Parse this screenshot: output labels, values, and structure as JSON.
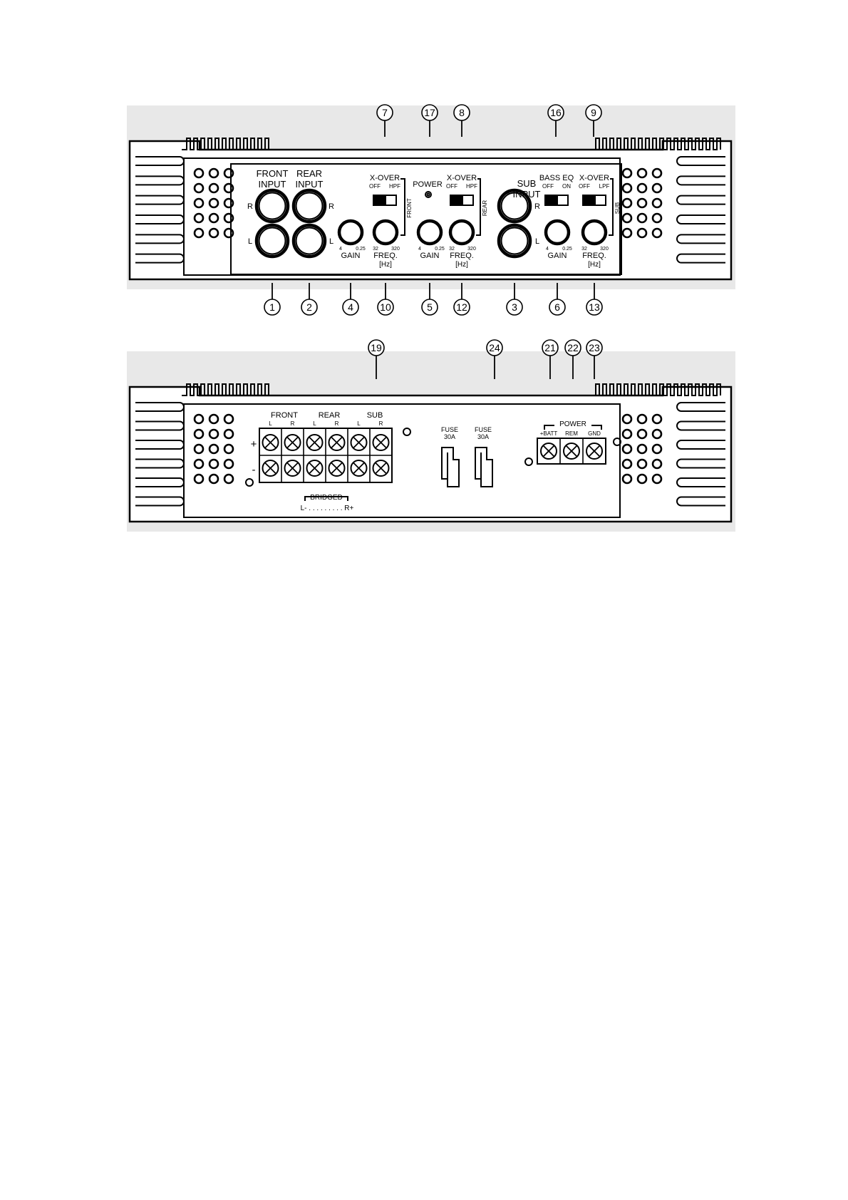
{
  "colors": {
    "ink": "#000000",
    "paper": "#ffffff",
    "frame": "#e8e8e8"
  },
  "top_panel": {
    "front_input": [
      "FRONT",
      "INPUT"
    ],
    "rear_input": [
      "REAR",
      "INPUT"
    ],
    "sub_input": [
      "SUB",
      "INPUT"
    ],
    "r": "R",
    "l": "L",
    "power": "POWER",
    "front_xover": {
      "title": "X-OVER",
      "off": "OFF",
      "mode": "HPF",
      "side": "FRONT"
    },
    "rear_xover": {
      "title": "X-OVER",
      "off": "OFF",
      "mode": "HPF",
      "side": "REAR"
    },
    "sub_xover": {
      "title": "X-OVER",
      "off": "OFF",
      "mode": "LPF",
      "side": "SUB"
    },
    "bass_eq": {
      "title": "BASS EQ",
      "off": "OFF",
      "on": "ON"
    },
    "gain": "GAIN",
    "gain_min": "4",
    "gain_max": "0.25",
    "freq": "FREQ.",
    "freq_unit": "[Hz]",
    "freq_min": "32",
    "freq_max": "320"
  },
  "bottom_panel": {
    "front": "FRONT",
    "rear": "REAR",
    "sub": "SUB",
    "l": "L",
    "r": "R",
    "plus": "+",
    "minus": "-",
    "bridged": "BRIDGED",
    "bridged_scale": "L- . . . . . . . . . R+",
    "fuse": "FUSE",
    "fuse_rating": "30A",
    "power": "POWER",
    "batt": "+BATT",
    "rem": "REM",
    "gnd": "GND"
  },
  "callouts": {
    "top_upper": [
      "7",
      "17",
      "8",
      "16",
      "9"
    ],
    "top_lower": [
      "1",
      "2",
      "4",
      "10",
      "5",
      "12",
      "3",
      "6",
      "13"
    ],
    "bottom_upper": [
      "19",
      "24",
      "21",
      "22",
      "23"
    ]
  }
}
